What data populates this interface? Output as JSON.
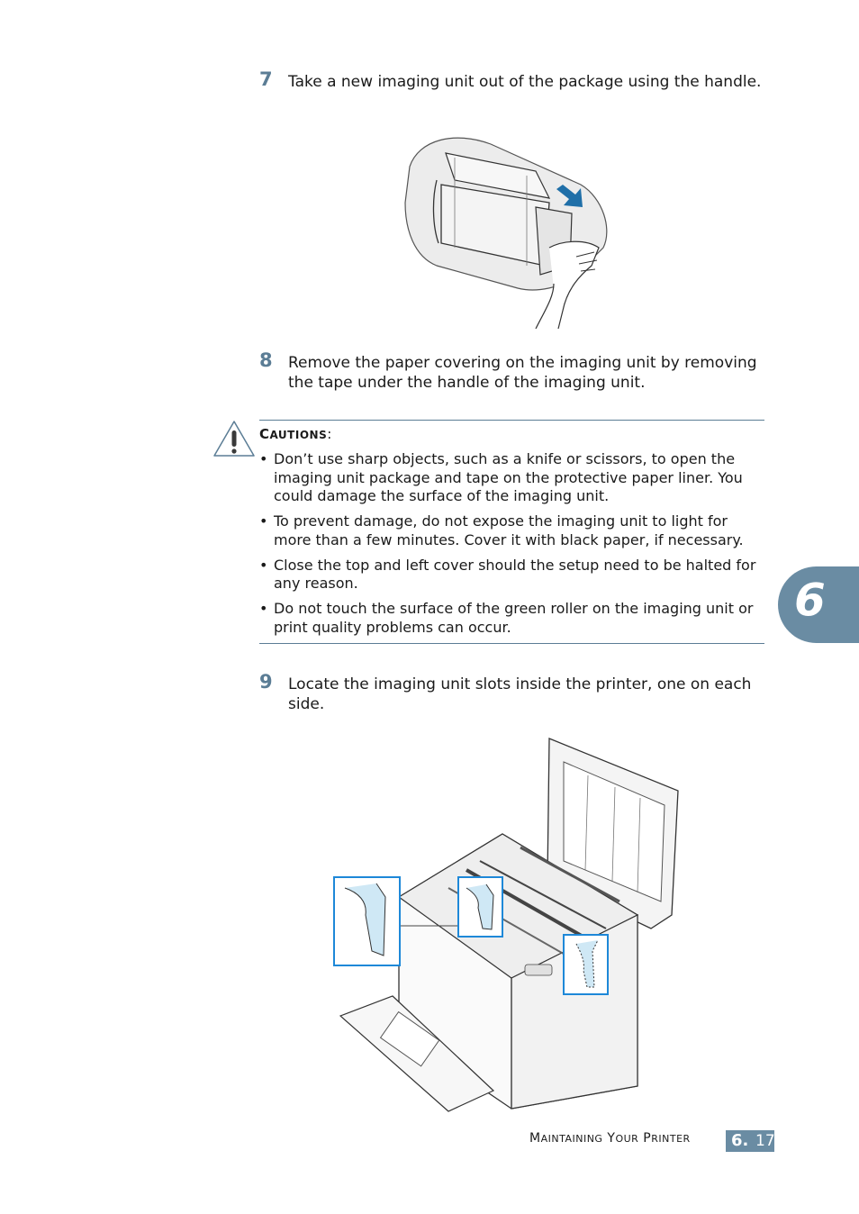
{
  "steps": [
    {
      "number": "7",
      "text": "Take a new imaging unit out of the package using the handle."
    },
    {
      "number": "8",
      "text": "Remove the paper covering on the imaging unit by removing the tape under the handle of the imaging unit."
    },
    {
      "number": "9",
      "text": "Locate the imaging unit slots inside the printer, one on each side."
    }
  ],
  "caution": {
    "title_first": "C",
    "title_rest": "AUTIONS",
    "title_colon": ":",
    "items": [
      "Don’t use sharp objects, such as a knife or scissors, to open the imaging unit package and tape on the protective paper liner. You could damage the surface of the imaging unit.",
      "To prevent damage, do not expose the imaging unit to light for more than a few minutes. Cover it with black paper, if necessary.",
      "Close the top and left cover should the setup need to be halted for any reason.",
      "Do not touch the surface of the green roller on the imaging unit or print quality problems can occur."
    ],
    "bullet": "•"
  },
  "chapter_tab": "6",
  "footer": {
    "w1_first": "M",
    "w1_rest": "AINTAINING",
    "w2_first": "Y",
    "w2_rest": "OUR",
    "w3_first": "P",
    "w3_rest": "RINTER",
    "page_major": "6.",
    "page_minor": "17"
  },
  "colors": {
    "accent": "#6a8ca3",
    "step_number": "#5b7d95",
    "highlight_box": "#1e88d8",
    "arrow": "#1f6fa8"
  }
}
